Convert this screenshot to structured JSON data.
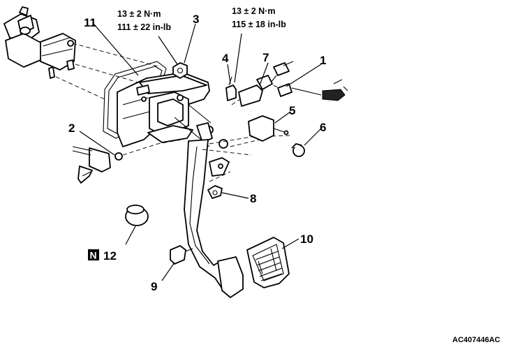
{
  "figure_code": "AC407446AC",
  "callouts": {
    "c1": "1",
    "c2": "2",
    "c3": "3",
    "c4": "4",
    "c5": "5",
    "c6": "6",
    "c7": "7",
    "c8": "8",
    "c9": "9",
    "c10": "10",
    "c11": "11",
    "c12": "12"
  },
  "torque_3": {
    "metric": "13 ± 2 N·m",
    "imperial": "111 ± 22 in-lb"
  },
  "torque_4": {
    "metric": "13 ± 2 N·m",
    "imperial": "115 ± 18 in-lb"
  },
  "n_mark": "N"
}
